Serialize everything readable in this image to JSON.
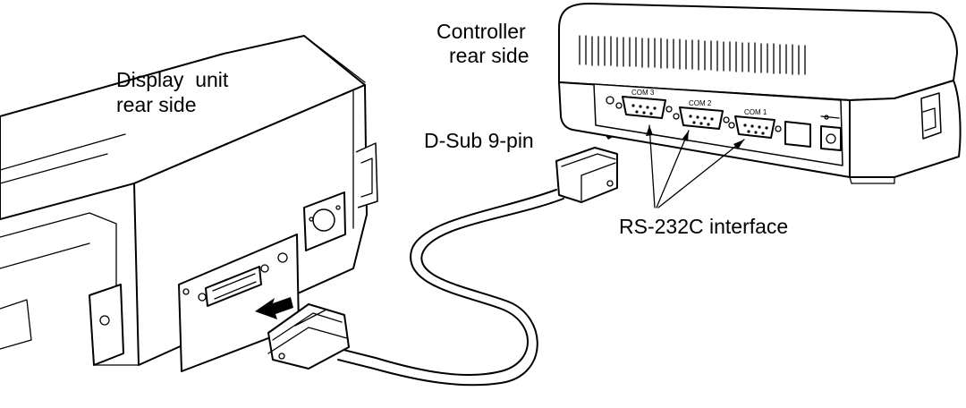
{
  "labels": {
    "controller_line1": "Controller",
    "controller_line2": "rear side",
    "display_line1": "Display  unit",
    "display_line2": "rear side",
    "dsub": "D-Sub 9-pin",
    "interface": "RS-232C interface"
  },
  "ports": {
    "com3": "COM 3",
    "com2": "COM 2",
    "com1": "COM 1"
  }
}
